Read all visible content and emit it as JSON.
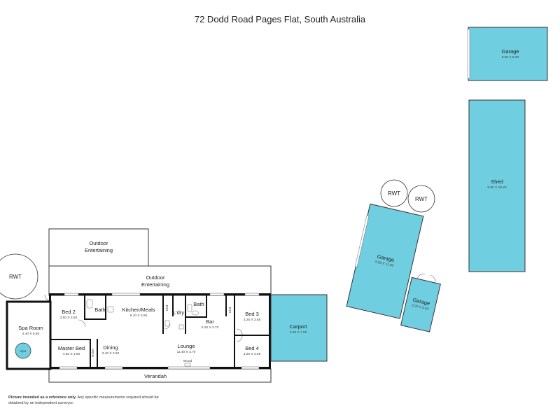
{
  "title": "72 Dodd Road Pages Flat, South Australia",
  "disclaimer": {
    "lead": "Picture intended as a reference only.",
    "rest": "Any specific measurements required should be obtained by an independent surveyor."
  },
  "colors": {
    "structure_fill": "#6fcfe0",
    "wall": "#111111",
    "outline": "#333333"
  },
  "rooms": {
    "spa_room": {
      "name": "Spa Room",
      "dim": "4.40 X 6.80"
    },
    "spa": {
      "name": "Spa"
    },
    "bed2": {
      "name": "Bed 2",
      "dim": "3.50 X 3.60"
    },
    "bath1": {
      "name": "Bath"
    },
    "kitchen": {
      "name": "Kitchen/Meals",
      "dim": "6.10 X 3.60"
    },
    "cbd1": {
      "name": "Cbd"
    },
    "ldry": {
      "name": "L'dry"
    },
    "bath2": {
      "name": "Bath"
    },
    "bar": {
      "name": "Bar",
      "dim": "5.20 X 3.70"
    },
    "cbd2": {
      "name": "Cbd"
    },
    "bed3": {
      "name": "Bed 3",
      "dim": "3.25 X 3.65"
    },
    "master": {
      "name": "Master Bed",
      "dim": "4.50 X 3.60"
    },
    "robe": {
      "name": "Robe"
    },
    "dining": {
      "name": "Dining",
      "dim": "3.40 X 3.60"
    },
    "lounge": {
      "name": "Lounge",
      "dim": "11.40 X 3.70"
    },
    "wood": {
      "name": "Wood"
    },
    "bed4": {
      "name": "Bed 4",
      "dim": "3.20 X 3.65"
    },
    "outdoor_upper": {
      "line1": "Outdoor",
      "line2": "Entertaining"
    },
    "outdoor_lower": {
      "line1": "Outdoor",
      "line2": "Entertaining"
    },
    "verandah": {
      "name": "Verandah"
    },
    "carport": {
      "name": "Carport",
      "dim": "6.00 X 7.00"
    }
  },
  "outbuildings": {
    "garage_top": {
      "name": "Garage",
      "dim": "8.90 X 6.00"
    },
    "shed": {
      "name": "Shed",
      "dim": "5.85 X 18.20"
    },
    "garage_large": {
      "name": "Garage",
      "dim": "5.90 X 11.80"
    },
    "garage_small": {
      "name": "Garage",
      "dim": "3.20 X 5.50"
    }
  },
  "tanks": {
    "rwt_left": "RWT",
    "rwt_mid1": "RWT",
    "rwt_mid2": "RWT"
  }
}
